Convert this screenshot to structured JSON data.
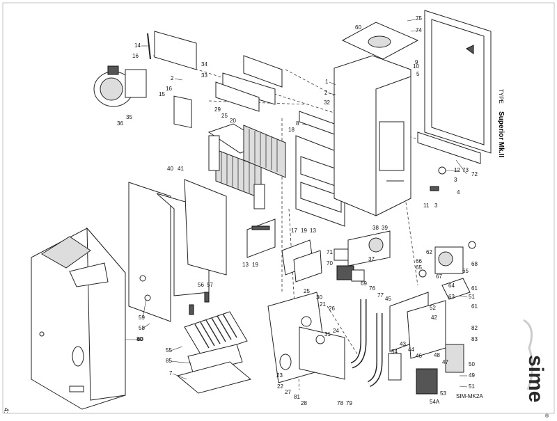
{
  "header": {
    "type_label": "TYPE",
    "model_label": "Superior Mk.II"
  },
  "footer": {
    "page_fragment": "4:",
    "drawing_ref": "SIM-MK2A"
  },
  "brand": {
    "logo_text": "sime",
    "registered_mark": "®"
  },
  "callouts": {
    "c1": "1",
    "c2a": "2",
    "c2b": "2",
    "c3a": "3",
    "c3b": "3",
    "c4": "4",
    "c5": "5",
    "c7": "7",
    "c8": "8",
    "c9": "9",
    "c10": "10",
    "c11": "11",
    "c12": "12",
    "c13a": "13",
    "c13b": "13",
    "c14": "14",
    "c15": "15",
    "c16a": "16",
    "c16b": "16",
    "c17": "17",
    "c18": "18",
    "c19a": "19",
    "c19b": "19",
    "c20": "20",
    "c21": "21",
    "c22": "22",
    "c23": "23",
    "c24": "24",
    "c25a": "25",
    "c25b": "25",
    "c26": "26",
    "c27": "27",
    "c28": "28",
    "c29": "29",
    "c30": "30",
    "c31": "31",
    "c32": "32",
    "c33": "33",
    "c34": "34",
    "c35": "35",
    "c36": "36",
    "c37": "37",
    "c38": "38",
    "c39": "39",
    "c40": "40",
    "c41": "41",
    "c42": "42",
    "c43": "43",
    "c44": "44",
    "c45": "45",
    "c46": "46",
    "c47": "47",
    "c48": "48",
    "c49": "49",
    "c50": "50",
    "c51a": "51",
    "c51b": "51",
    "c52": "52",
    "c53": "53",
    "c54": "54",
    "c54a": "54A",
    "c55": "55",
    "c56": "56",
    "c57": "57",
    "c58": "58",
    "c59": "59",
    "c60a": "60",
    "c60b": "60",
    "c61a": "61",
    "c61b": "61",
    "c62": "62",
    "c63": "63",
    "c64": "64",
    "c65a": "65",
    "c65b": "65",
    "c66": "66",
    "c67": "67",
    "c68": "68",
    "c69": "69",
    "c70": "70",
    "c71": "71",
    "c72": "72",
    "c73": "73",
    "c74": "74",
    "c75": "75",
    "c76": "76",
    "c77": "77",
    "c78": "78",
    "c79": "79",
    "c80": "80",
    "c81": "81",
    "c82": "82",
    "c83": "83",
    "c85": "85"
  }
}
